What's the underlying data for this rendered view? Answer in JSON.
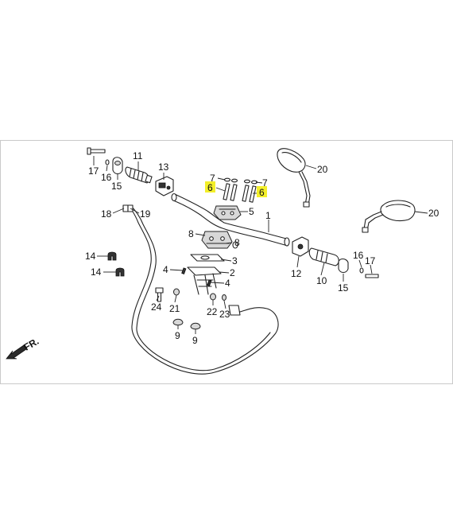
{
  "diagram": {
    "direction_label": "FR.",
    "highlight_color": "#f3ef2a",
    "callouts": {
      "c17a": "17",
      "c16a": "16",
      "c15a": "15",
      "c11": "11",
      "c13": "13",
      "c7a": "7",
      "c6a": "6",
      "c7b": "7",
      "c6b": "6",
      "c20a": "20",
      "c18": "18",
      "c19": "19",
      "c5": "5",
      "c1": "1",
      "c20b": "20",
      "c8a": "8",
      "c8b": "8",
      "c14a": "14",
      "c14b": "14",
      "c3": "3",
      "c4a": "4",
      "c2": "2",
      "c4b": "4",
      "c16b": "16",
      "c17b": "17",
      "c12": "12",
      "c10": "10",
      "c15b": "15",
      "c24": "24",
      "c21": "21",
      "c22": "22",
      "c23": "23",
      "c9a": "9",
      "c9b": "9"
    }
  }
}
